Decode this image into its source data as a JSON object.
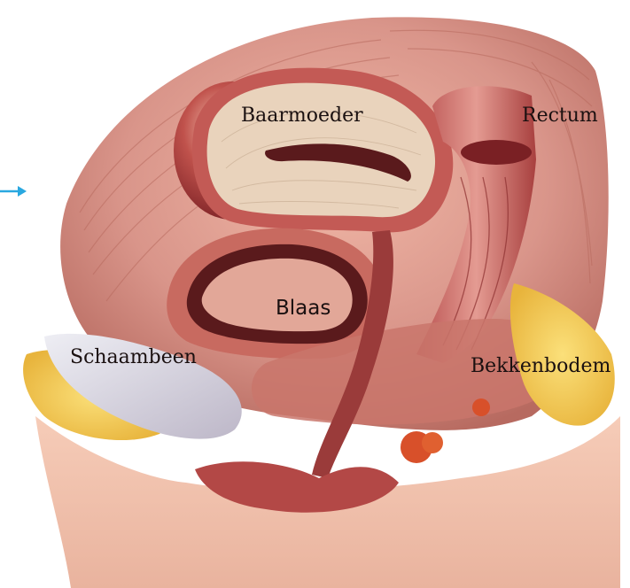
{
  "figure": {
    "labels": {
      "uterus": "Baarmoeder",
      "rectum": "Rectum",
      "bladder": "Blaas",
      "pubic_bone": "Schaambeen",
      "pelvic_floor": "Bekkenbodem"
    },
    "colors": {
      "muscle": "#d9958a",
      "muscle_dark": "#a94a46",
      "organ_wall": "#e9d3bc",
      "lumen": "#5a1a1c",
      "fat": "#f2c64a",
      "bone": "#d9d5dd",
      "skin": "#f2c4b0",
      "arrow": "#2aa8e0"
    },
    "arrow_icon": "arrow-right-icon"
  }
}
